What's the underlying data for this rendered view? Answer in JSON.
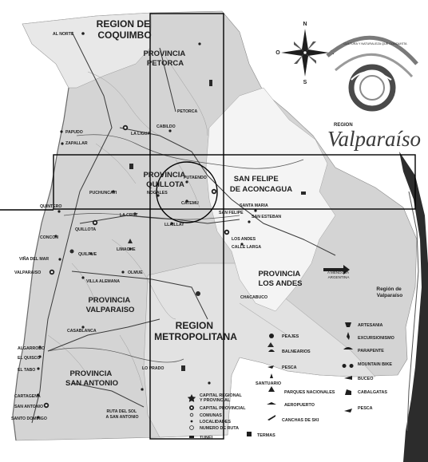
{
  "regions": {
    "coquimbo": [
      "REGION DE",
      "COQUIMBO"
    ],
    "metropolitana": [
      "REGION",
      "METROPOLITANA"
    ],
    "valparaiso_side": [
      "Región de",
      "Valparaíso"
    ]
  },
  "provinces": {
    "petorca": [
      "PROVINCIA",
      "PETORCA"
    ],
    "quillota": [
      "PROVINCIA",
      "QUILLOTA"
    ],
    "san_felipe": [
      "SAN FELIPE",
      "DE ACONCAGUA"
    ],
    "los_andes": [
      "PROVINCIA",
      "LOS ANDES"
    ],
    "valparaiso": [
      "PROVINCIA",
      "VALPARAISO"
    ],
    "san_antonio": [
      "PROVINCIA",
      "SAN ANTONIO"
    ]
  },
  "places": {
    "al_norte": "AL NORTE",
    "petorca": "PETORCA",
    "papudo": "PAPUDO",
    "zapallar": "ZAPALLAR",
    "la_ligua": "LA LIGUA",
    "cabildo": "CABILDO",
    "putaendo": "PUTAENDO",
    "puchuncavi": "PUCHUNCAVI",
    "nogales": "NOGALES",
    "catemu": "CATEMU",
    "la_cruz": "LA CRUZ",
    "quintero": "QUINTERO",
    "concon": "CONCON",
    "quillota": "QUILLOTA",
    "san_felipe_city": "SAN FELIPE",
    "santa_maria": "SANTA MARIA",
    "san_esteban": "SAN ESTEBAN",
    "los_andes_city": "LOS ANDES",
    "calle_larga": "CALLE LARGA",
    "vina": "VIÑA DEL MAR",
    "valparaiso": "VALPARAISO",
    "quilpue": "QUILPUE",
    "limache": "LIMACHE",
    "olmue": "OLMUE",
    "villa_alemana": "VILLA ALEMANA",
    "llaillay": "LLAILLAY",
    "casablanca": "CASABLANCA",
    "algarrobo": "ALGARROBO",
    "el_quisco": "EL QUISCO",
    "el_tabo": "EL TABO",
    "cartagena": "CARTAGENA",
    "san_antonio": "SAN ANTONIO",
    "santo_domingo": "SANTO DOMINGO",
    "lo_prado": "LO PRADO",
    "chacabuco": "CHACABUCO",
    "ruta_sol": [
      "RUTA DEL SOL",
      "A SAN ANTONIO"
    ],
    "argentina": [
      "A MENDOZA",
      "ARGENTINA"
    ]
  },
  "brand": {
    "small": "REGION",
    "main": "Valparaíso",
    "tagline": "CULTURA Y NATURALEZA QUE CONQUISTA"
  },
  "compass": {
    "n": "N",
    "s": "S",
    "e": "E",
    "o": "O"
  },
  "legend_left": [
    {
      "icon": "star-icon",
      "label": [
        "CAPITAL REGIONAL",
        "Y PROVINCIAL"
      ]
    },
    {
      "icon": "capital-icon",
      "label": [
        "CAPITAL PROVINCIAL"
      ]
    },
    {
      "icon": "commune-icon",
      "label": [
        "COMUNAS"
      ]
    },
    {
      "icon": "locality-icon",
      "label": [
        "LOCALIDADES"
      ]
    },
    {
      "icon": "route-marker-icon",
      "label": [
        "NUMERO DE RUTA"
      ]
    },
    {
      "icon": "tunnel-icon",
      "label": [
        "TUNEL"
      ]
    }
  ],
  "legend_mid": [
    {
      "icon": "toll-icon",
      "label": "PEAJES"
    },
    {
      "icon": "beach-icon",
      "label": "BALNEARIOS"
    },
    {
      "icon": "fishing-icon",
      "label": "PESCA"
    },
    {
      "icon": "sanctuary-icon",
      "label": "SANTUARIO"
    },
    {
      "icon": "national-park-icon",
      "label": "PARQUES NACIONALES"
    },
    {
      "icon": "airport-icon",
      "label": "AEROPUERTO"
    },
    {
      "icon": "ski-icon",
      "label": "CANCHAS DE SKI"
    },
    {
      "icon": "hot-springs-icon",
      "label": "TERMAS"
    }
  ],
  "legend_right": [
    {
      "icon": "crafts-icon",
      "label": "ARTESANIA"
    },
    {
      "icon": "hiking-icon",
      "label": "EXCURSIONISMO"
    },
    {
      "icon": "paragliding-icon",
      "label": "PARAPENTE"
    },
    {
      "icon": "mountain-bike-icon",
      "label": "MOUNTAIN BIKE"
    },
    {
      "icon": "diving-icon",
      "label": "BUCEO"
    },
    {
      "icon": "horse-riding-icon",
      "label": "CABALGATAS"
    },
    {
      "icon": "fishing-icon",
      "label": "PESCA"
    }
  ]
}
